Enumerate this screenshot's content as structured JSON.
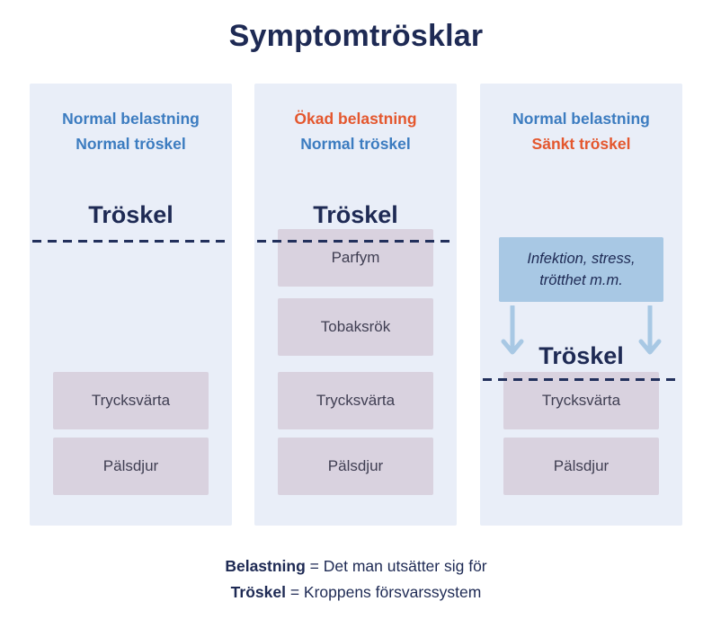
{
  "title": "Symptomtrösklar",
  "panels": [
    {
      "header": [
        {
          "text": "Normal belastning",
          "tone": "blue"
        },
        {
          "text": "Normal tröskel",
          "tone": "blue"
        }
      ],
      "threshold_label": "Tröskel",
      "boxes": [
        "Trycksvärta",
        "Pälsdjur"
      ]
    },
    {
      "header": [
        {
          "text": "Ökad belastning",
          "tone": "orange"
        },
        {
          "text": "Normal tröskel",
          "tone": "blue"
        }
      ],
      "threshold_label": "Tröskel",
      "boxes": [
        "Parfym",
        "Tobaksrök",
        "Trycksvärta",
        "Pälsdjur"
      ]
    },
    {
      "header": [
        {
          "text": "Normal belastning",
          "tone": "blue"
        },
        {
          "text": "Sänkt tröskel",
          "tone": "orange"
        }
      ],
      "info_box": {
        "line1": "Infektion, stress,",
        "line2": "trötthet m.m."
      },
      "threshold_label": "Tröskel",
      "boxes": [
        "Trycksvärta",
        "Pälsdjur"
      ]
    }
  ],
  "legend": [
    {
      "term": "Belastning",
      "rest": " = Det man utsätter sig för"
    },
    {
      "term": "Tröskel",
      "rest": " = Kroppens försvarssystem"
    }
  ],
  "colors": {
    "navy": "#1e2a54",
    "header_blue": "#3c7cc0",
    "header_orange": "#e4572e",
    "panel_bg": "#e9eef8",
    "load_box_bg": "#d9d2df",
    "load_box_text": "#3f3e52",
    "info_box_bg": "#a8c8e4",
    "arrow": "#a8c8e4",
    "dashed_line": "#22305c"
  }
}
